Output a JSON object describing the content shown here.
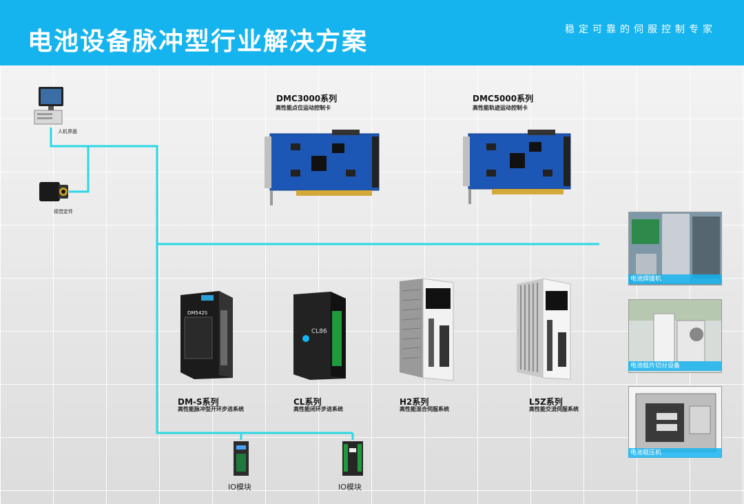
{
  "header": {
    "title": "电池设备脉冲型行业解决方案",
    "slogan": "稳定可靠的伺服控制专家"
  },
  "colors": {
    "accent": "#16b4ee",
    "line": "#2ad7e6",
    "board": "#1d57b5"
  },
  "nodes": {
    "hmi": {
      "label": "人机界面",
      "icon": "computer-icon"
    },
    "vision": {
      "label": "视觉定件",
      "icon": "camera-icon"
    }
  },
  "controllers": [
    {
      "title": "DMC3000系列",
      "subtitle": "高性能点位运动控制卡"
    },
    {
      "title": "DMC5000系列",
      "subtitle": "高性能轨迹运动控制卡"
    }
  ],
  "drives": [
    {
      "title": "DM-S系列",
      "subtitle": "高性能脉冲型开环步进系统",
      "badge": "DM542S"
    },
    {
      "title": "CL系列",
      "subtitle": "高性能闭环步进系统",
      "badge": "CL86"
    },
    {
      "title": "H2系列",
      "subtitle": "高性能混合伺服系统"
    },
    {
      "title": "L5Z系列",
      "subtitle": "高性能交流伺服系统"
    }
  ],
  "io_modules": [
    {
      "label": "IO模块"
    },
    {
      "label": "IO模块"
    }
  ],
  "applications": [
    {
      "caption": "电池焊接机"
    },
    {
      "caption": "电池极片切分设备"
    },
    {
      "caption": "电池辊压机"
    }
  ]
}
